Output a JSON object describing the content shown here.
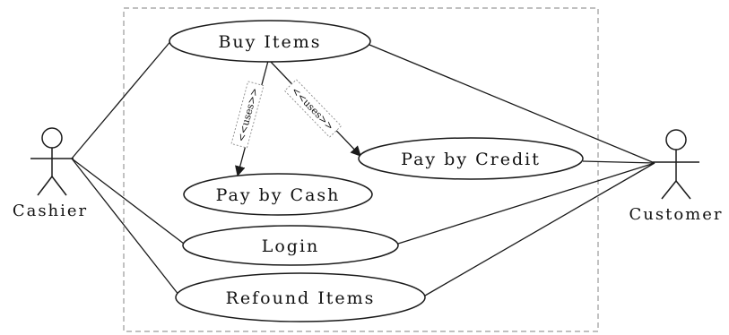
{
  "actors": {
    "cashier": {
      "label": "Cashier"
    },
    "customer": {
      "label": "Customer"
    }
  },
  "use_cases": {
    "buy_items": {
      "label": "Buy Items"
    },
    "pay_by_cash": {
      "label": "Pay by Cash"
    },
    "pay_by_credit": {
      "label": "Pay by Credit"
    },
    "login": {
      "label": "Login"
    },
    "refound_items": {
      "label": "Refound Items"
    }
  },
  "relations": {
    "uses_cash": {
      "label": "<<uses>>"
    },
    "uses_credit": {
      "label": "<<uses>>"
    }
  },
  "colors": {
    "line": "#1a1a1a",
    "boundary": "#9a9a9a",
    "background": "#ffffff"
  }
}
